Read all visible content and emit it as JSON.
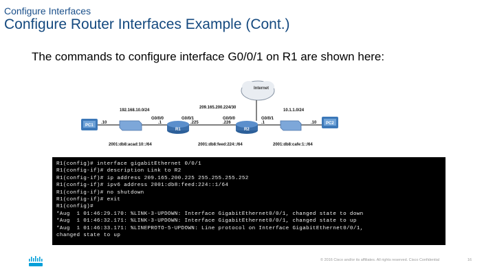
{
  "header": {
    "section": "Configure Interfaces",
    "title": "Configure Router Interfaces Example (Cont.)"
  },
  "intro": "The commands to configure interface G0/0/1 on R1 are shown here:",
  "topology": {
    "cloud_label": "Internet",
    "networks": [
      "192.168.10.0/24",
      "209.165.200.224/30",
      "10.1.1.0/24"
    ],
    "ipv6_networks": [
      "2001:db8:acad:10::/64",
      "2001:db8:feed:224::/64",
      "2001:db8:cafe:1::/64"
    ],
    "devices": {
      "pc1": "PC1",
      "pc2": "PC2",
      "r1": "R1",
      "r2": "R2"
    },
    "interfaces": {
      "r1_g000": "G0/0/0",
      "r1_g001": "G0/0/1",
      "r2_g000": "G0/0/0",
      "r2_g001": "G0/0/1"
    },
    "host_octets": {
      "pc1_side": ".10",
      "r1_left": ".1",
      "r1_right": ".225",
      "r2_left": ".226",
      "r2_right": ".1",
      "pc2_side": ".10"
    },
    "link_colors": {
      "lan": "#333333",
      "wan": "#444444"
    }
  },
  "terminal": {
    "lines": [
      "R1(config)# interface gigabitEthernet 0/0/1",
      "R1(config-if)# description Link to R2",
      "R1(config-if)# ip address 209.165.200.225 255.255.255.252",
      "R1(config-if)# ipv6 address 2001:db8:feed:224::1/64",
      "R1(config-if)# no shutdown",
      "R1(config-if)# exit",
      "R1(config)#",
      "*Aug  1 01:46:29.170: %LINK-3-UPDOWN: Interface GigabitEthernet0/0/1, changed state to down",
      "*Aug  1 01:46:32.171: %LINK-3-UPDOWN: Interface GigabitEthernet0/0/1, changed state to up",
      "*Aug  1 01:46:33.171: %LINEPROTO-5-UPDOWN: Line protocol on Interface GigabitEthernet0/0/1,",
      "changed state to up"
    ]
  },
  "footer": {
    "copyright": "© 2016  Cisco and/or its affiliates. All rights reserved.   Cisco Confidential",
    "page": "16",
    "logo_alt": "cisco-logo",
    "brand_color": "#049fd9"
  }
}
